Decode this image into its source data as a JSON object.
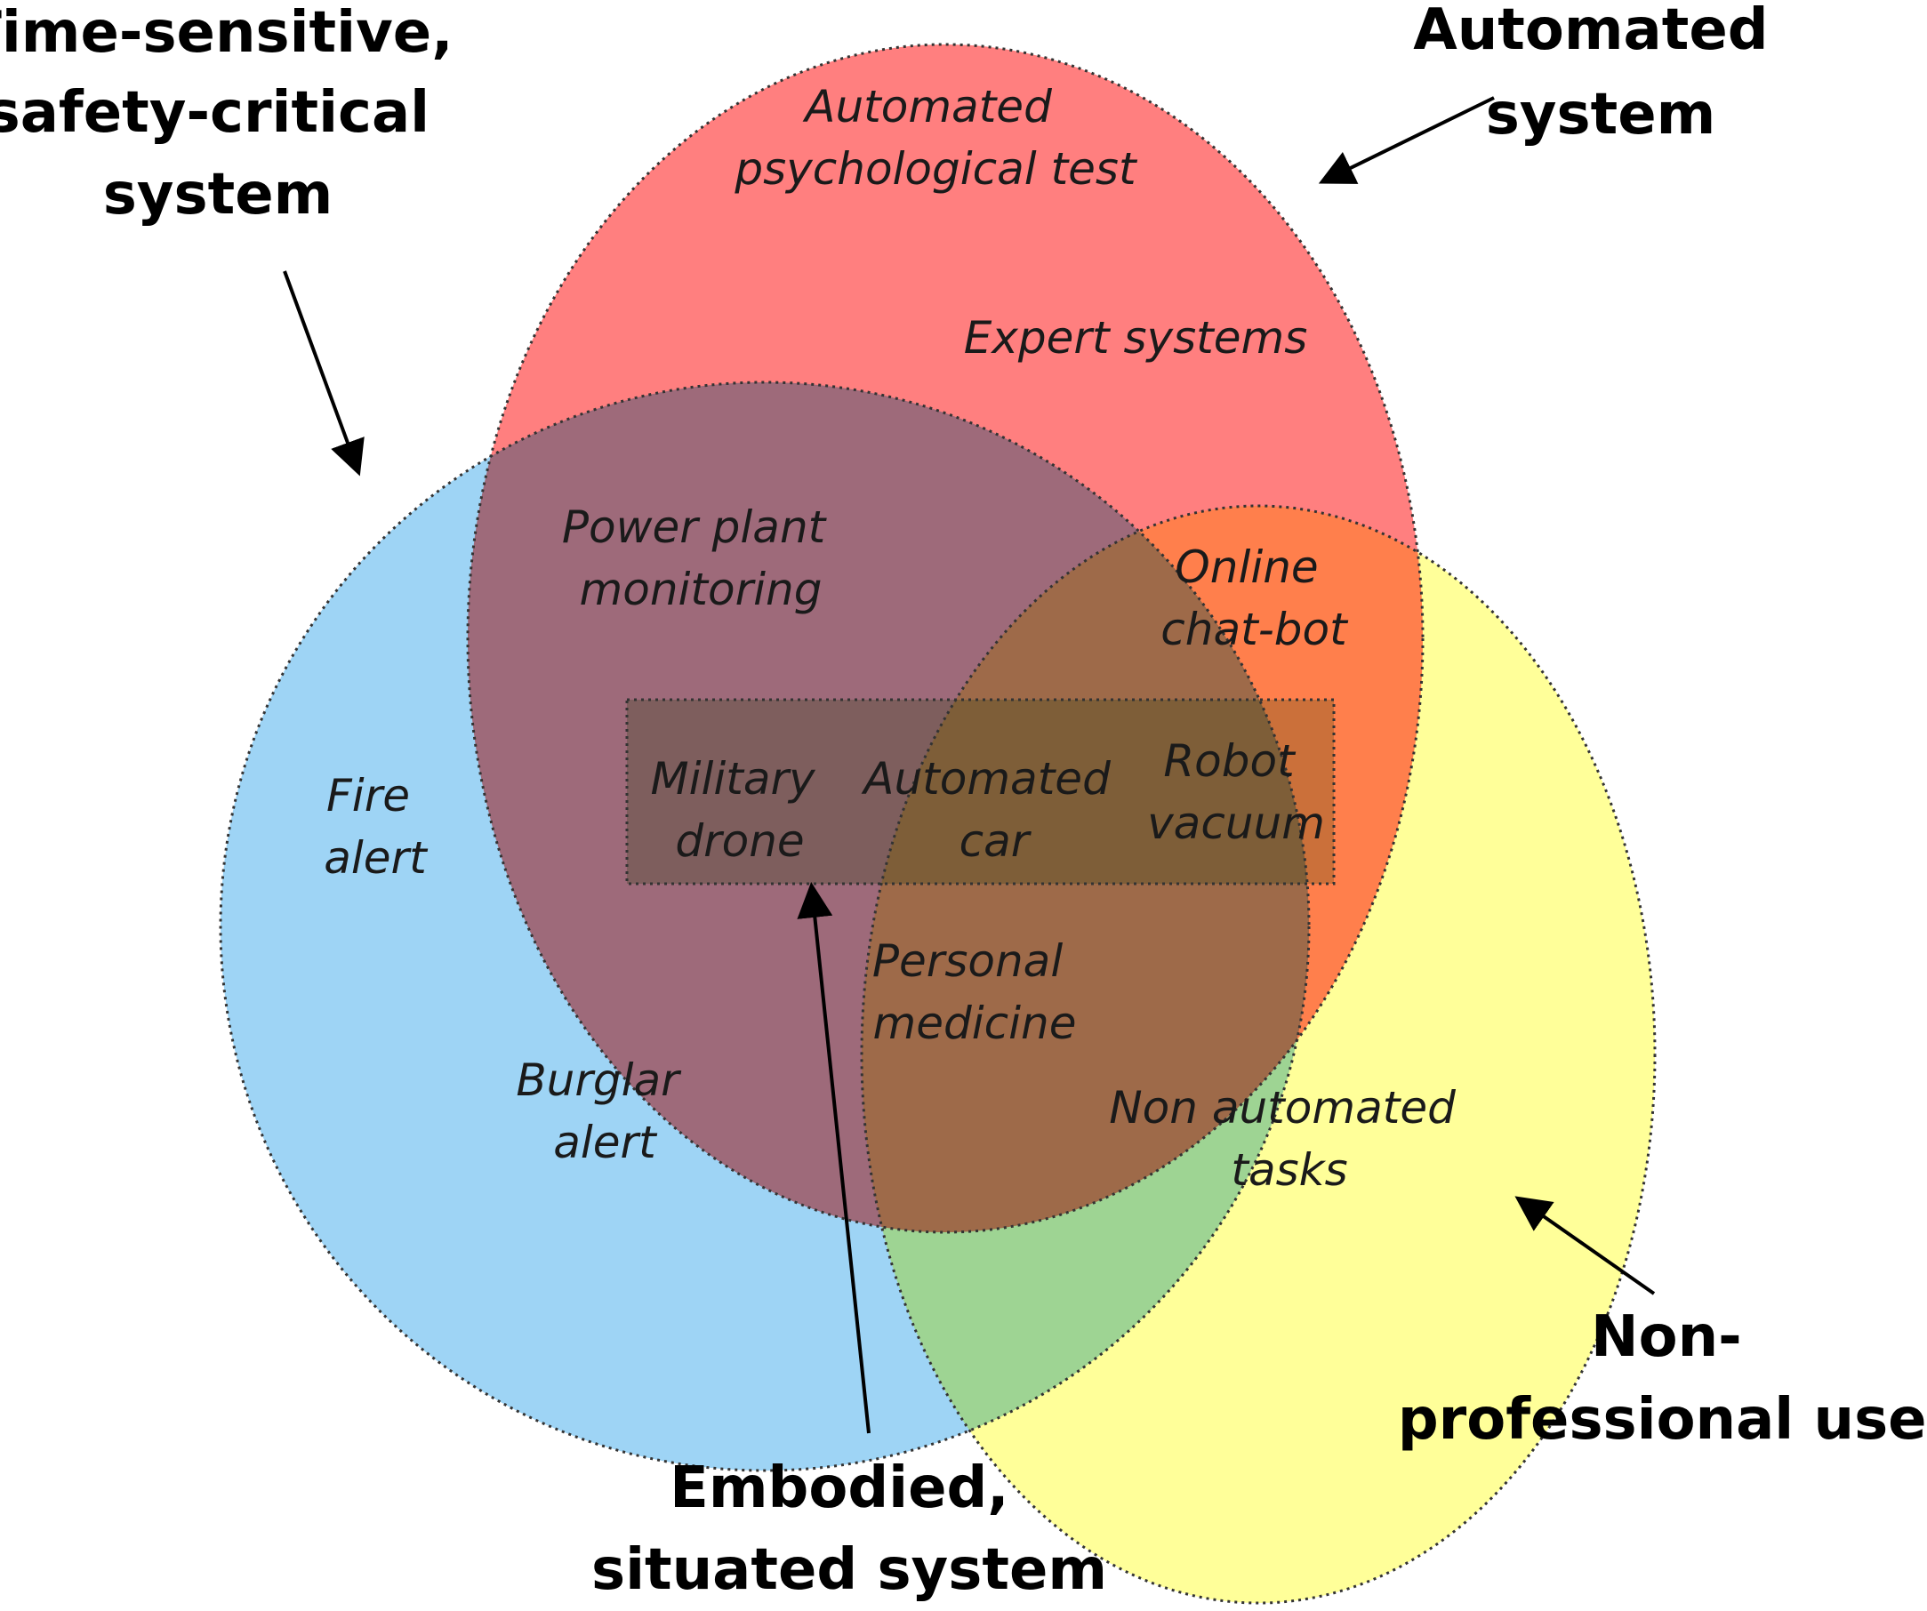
{
  "colors": {
    "automated": "#ff7f7f",
    "time_sensitive": "#9ed4f5",
    "non_professional": "#ffff99",
    "embodied_box": "#6aa84f",
    "outline": "#333333",
    "arrow": "#000000",
    "background": "#ffffff"
  },
  "categories": {
    "time_sensitive": [
      "Time-sensitive,",
      "safety-critical",
      "system"
    ],
    "automated": [
      "Automated",
      "system"
    ],
    "non_professional": [
      "Non-",
      "professional user"
    ],
    "embodied": [
      "Embodied,",
      "situated system"
    ]
  },
  "items": {
    "psych_test": [
      "Automated",
      "psychological test"
    ],
    "expert_systems": [
      "Expert systems"
    ],
    "power_plant": [
      "Power plant",
      "monitoring"
    ],
    "online_chatbot": [
      "Online",
      "chat-bot"
    ],
    "fire_alert": [
      "Fire",
      "alert"
    ],
    "military_drone": [
      "Military",
      "drone"
    ],
    "automated_car": [
      "Automated",
      "car"
    ],
    "robot_vacuum": [
      "Robot",
      "vacuum"
    ],
    "personal_medicine": [
      "Personal",
      "medicine"
    ],
    "burglar_alert": [
      "Burglar",
      "alert"
    ],
    "non_automated": [
      "Non automated",
      "tasks"
    ]
  }
}
